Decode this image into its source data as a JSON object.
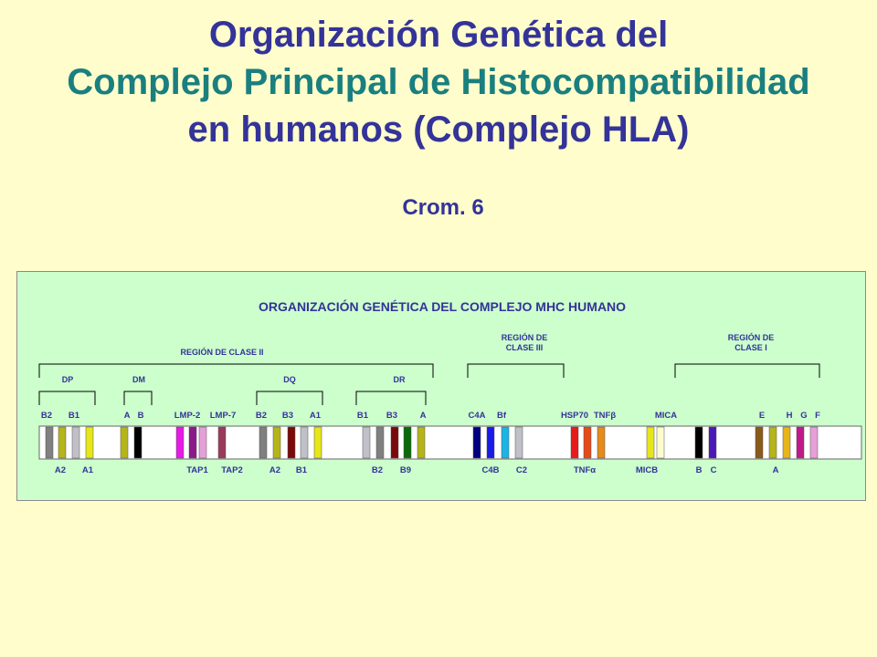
{
  "title": {
    "line1": "Organización Genética del",
    "line2": "Complejo Principal de Histocompatibilidad",
    "line3": "en humanos (Complejo HLA)"
  },
  "subtitle": "Crom. 6",
  "colors": {
    "background": "#fffdcc",
    "panel": "#ccffcc",
    "title_blue": "#333399",
    "title_teal": "#1a7f7f"
  },
  "diagram": {
    "title": "ORGANIZACIÓN GENÉTICA DEL COMPLEJO MHC HUMANO",
    "regions": [
      {
        "label": "REGIÓN DE CLASE II"
      },
      {
        "label": "REGIÓN DE CLASE III"
      },
      {
        "label": "REGIÓN DE CLASE I"
      }
    ],
    "subregions": [
      "DP",
      "DM",
      "DQ",
      "DR"
    ],
    "genes_top": [
      "B2",
      "B1",
      "A",
      "B",
      "LMP-2",
      "LMP-7",
      "B2",
      "B3",
      "A1",
      "B1",
      "B3",
      "A",
      "C4A",
      "Bf",
      "HSP70",
      "TNFβ",
      "MICA",
      "E",
      "H",
      "G",
      "F"
    ],
    "genes_bottom": [
      "A2",
      "A1",
      "TAP1",
      "TAP2",
      "A2",
      "B1",
      "B2",
      "B9",
      "C4B",
      "C2",
      "TNFα",
      "MICB",
      "B",
      "C",
      "A"
    ],
    "band_colors": [
      "#808080",
      "#b5b51a",
      "#c0c0c8",
      "#e6e61a",
      "#b5b51a",
      "#000000",
      "#e61ae6",
      "#8a1a8a",
      "#e6a0d8",
      "#9a3a5a",
      "#808080",
      "#b5b51a",
      "#7a0a0a",
      "#c0c0c8",
      "#e6e61a",
      "#c0c0c8",
      "#808080",
      "#7a0a0a",
      "#0a6a0a",
      "#b5b51a",
      "#000080",
      "#1a1ae6",
      "#1ab5e6",
      "#c0c0c8",
      "#e61a1a",
      "#e64a1a",
      "#e68a1a",
      "#e6e61a",
      "#fffccc",
      "#000000",
      "#4a1ab5",
      "#8a5a1a",
      "#b5b51a",
      "#e6b51a",
      "#c01a8a",
      "#e6a0d8"
    ]
  }
}
